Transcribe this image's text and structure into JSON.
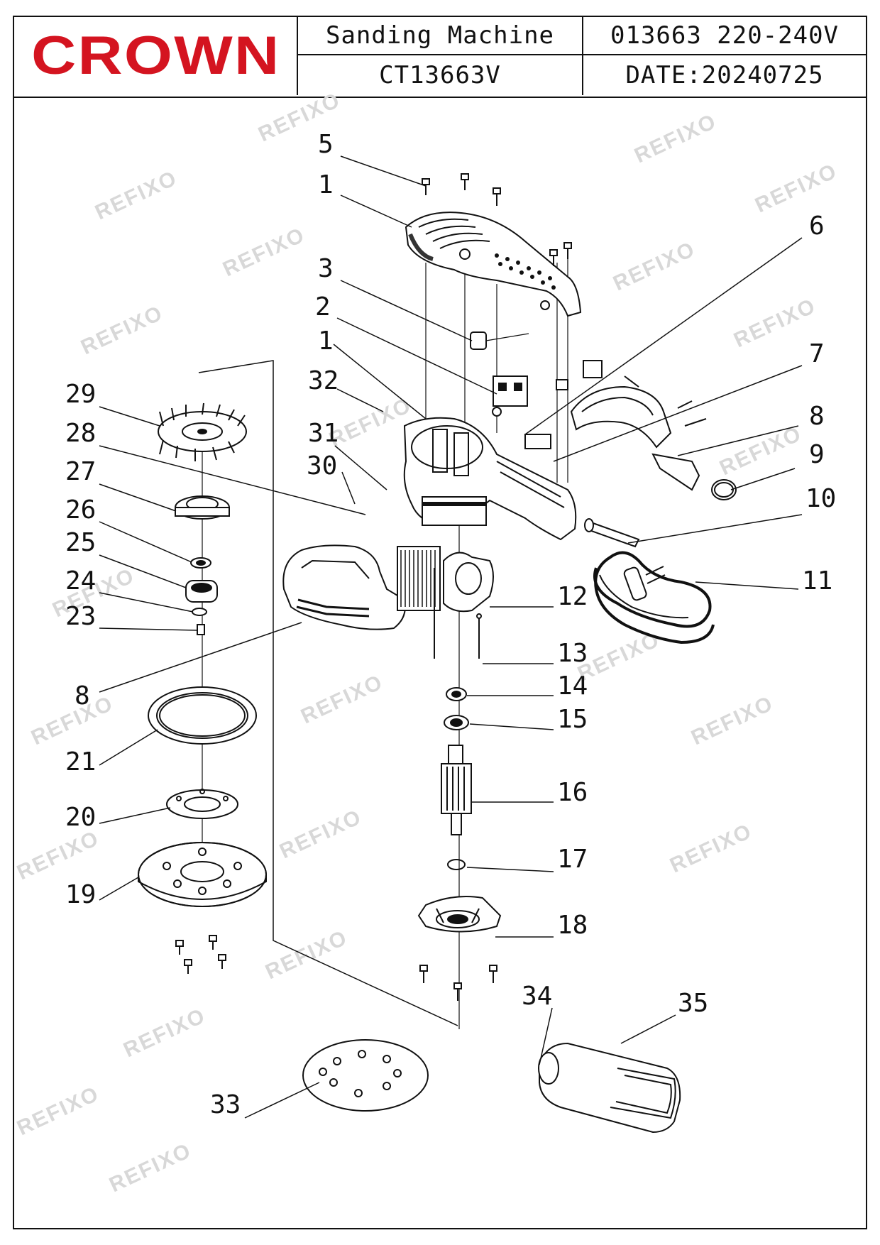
{
  "header": {
    "brand": "CROWN",
    "title": "Sanding Machine",
    "model": "CT13663V",
    "code_voltage": "013663 220-240V",
    "date": "DATE:20240725"
  },
  "watermark": "REFIXO",
  "colors": {
    "brand_red": "#d41420",
    "line": "#111111"
  },
  "part_numbers": [
    "5",
    "1",
    "3",
    "2",
    "1",
    "32",
    "31",
    "30",
    "6",
    "7",
    "8",
    "9",
    "10",
    "11",
    "12",
    "13",
    "14",
    "15",
    "16",
    "17",
    "18",
    "29",
    "28",
    "27",
    "26",
    "25",
    "24",
    "23",
    "8",
    "21",
    "20",
    "19",
    "33",
    "34",
    "35"
  ]
}
